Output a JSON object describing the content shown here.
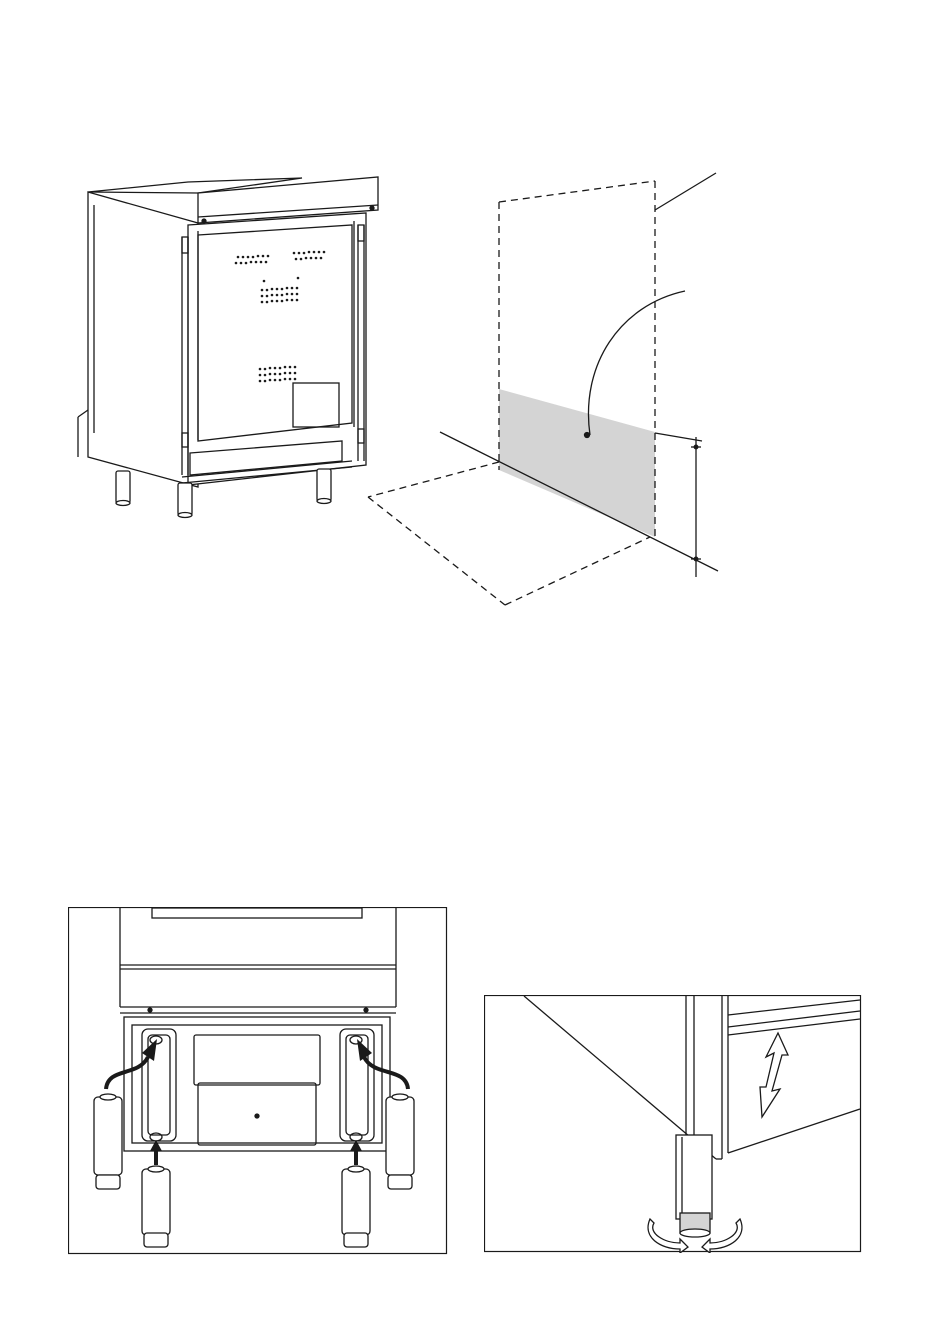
{
  "document": {
    "figures": [
      {
        "id": "cooker-rear-view",
        "labels": []
      },
      {
        "id": "wall-clearance",
        "labels": []
      },
      {
        "id": "feet-fitting",
        "labels": []
      },
      {
        "id": "foot-levelling",
        "labels": []
      }
    ]
  },
  "colors": {
    "line": "#1a1a1a",
    "shade": "#d4d4d4",
    "foot_fill": "#ffffff"
  }
}
